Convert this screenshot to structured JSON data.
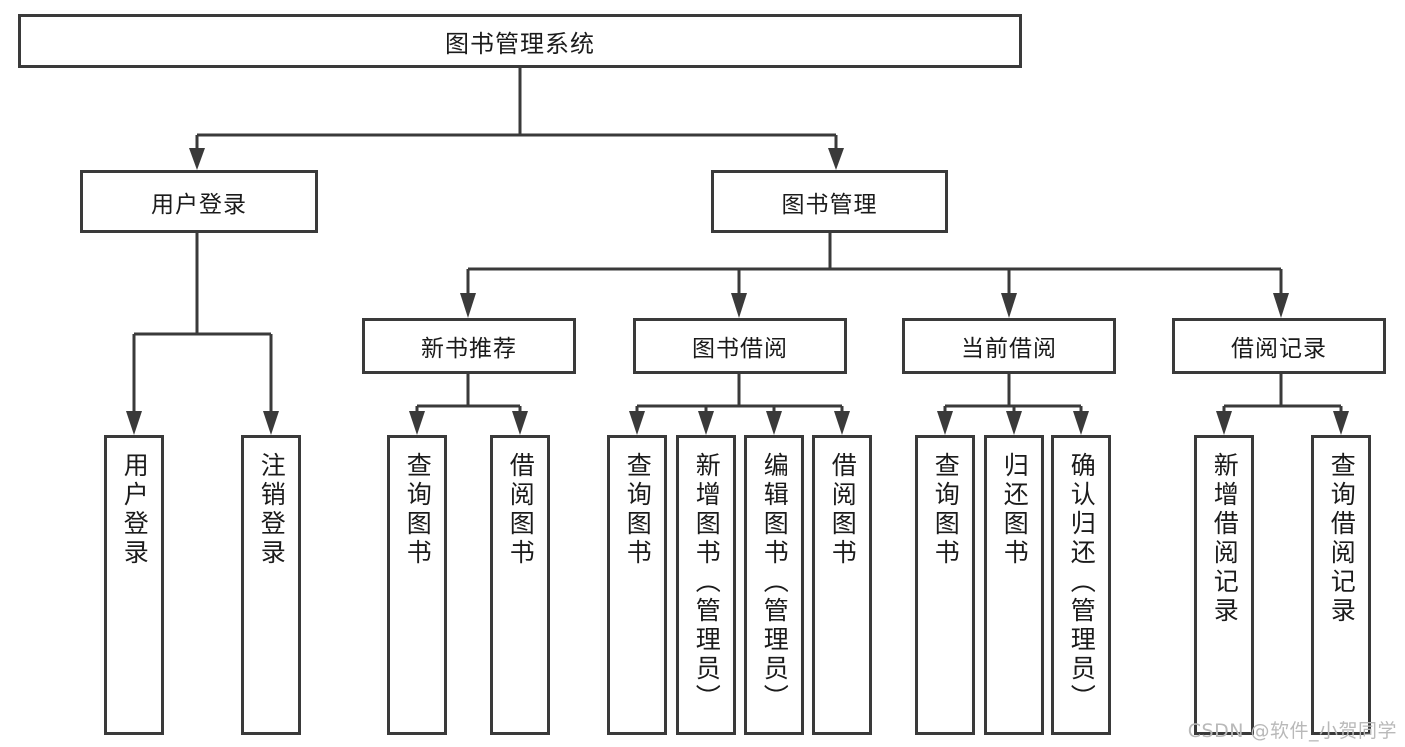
{
  "diagram": {
    "title": "图书管理系统",
    "type": "function-structure-tree",
    "root": {
      "label": "图书管理系统"
    },
    "level2": [
      {
        "label": "用户登录"
      },
      {
        "label": "图书管理"
      }
    ],
    "level3": [
      {
        "label": "新书推荐"
      },
      {
        "label": "图书借阅"
      },
      {
        "label": "当前借阅"
      },
      {
        "label": "借阅记录"
      }
    ],
    "leaves": {
      "user_login": [
        {
          "label": "用户登录"
        },
        {
          "label": "注销登录"
        }
      ],
      "new_book_recommend": [
        {
          "label": "查询图书"
        },
        {
          "label": "借阅图书"
        }
      ],
      "book_borrow": [
        {
          "label": "查询图书"
        },
        {
          "label": "新增图书（管理员）"
        },
        {
          "label": "编辑图书（管理员）"
        },
        {
          "label": "借阅图书"
        }
      ],
      "current_borrow": [
        {
          "label": "查询图书"
        },
        {
          "label": "归还图书"
        },
        {
          "label": "确认归还（管理员）"
        }
      ],
      "borrow_record": [
        {
          "label": "新增借阅记录"
        },
        {
          "label": "查询借阅记录"
        }
      ]
    }
  },
  "watermark": {
    "text": "CSDN @软件_小贺同学"
  },
  "colors": {
    "stroke": "#3a3a3a",
    "text": "#1b1b1b",
    "background": "#ffffff",
    "watermark": "#b9b9b9"
  }
}
